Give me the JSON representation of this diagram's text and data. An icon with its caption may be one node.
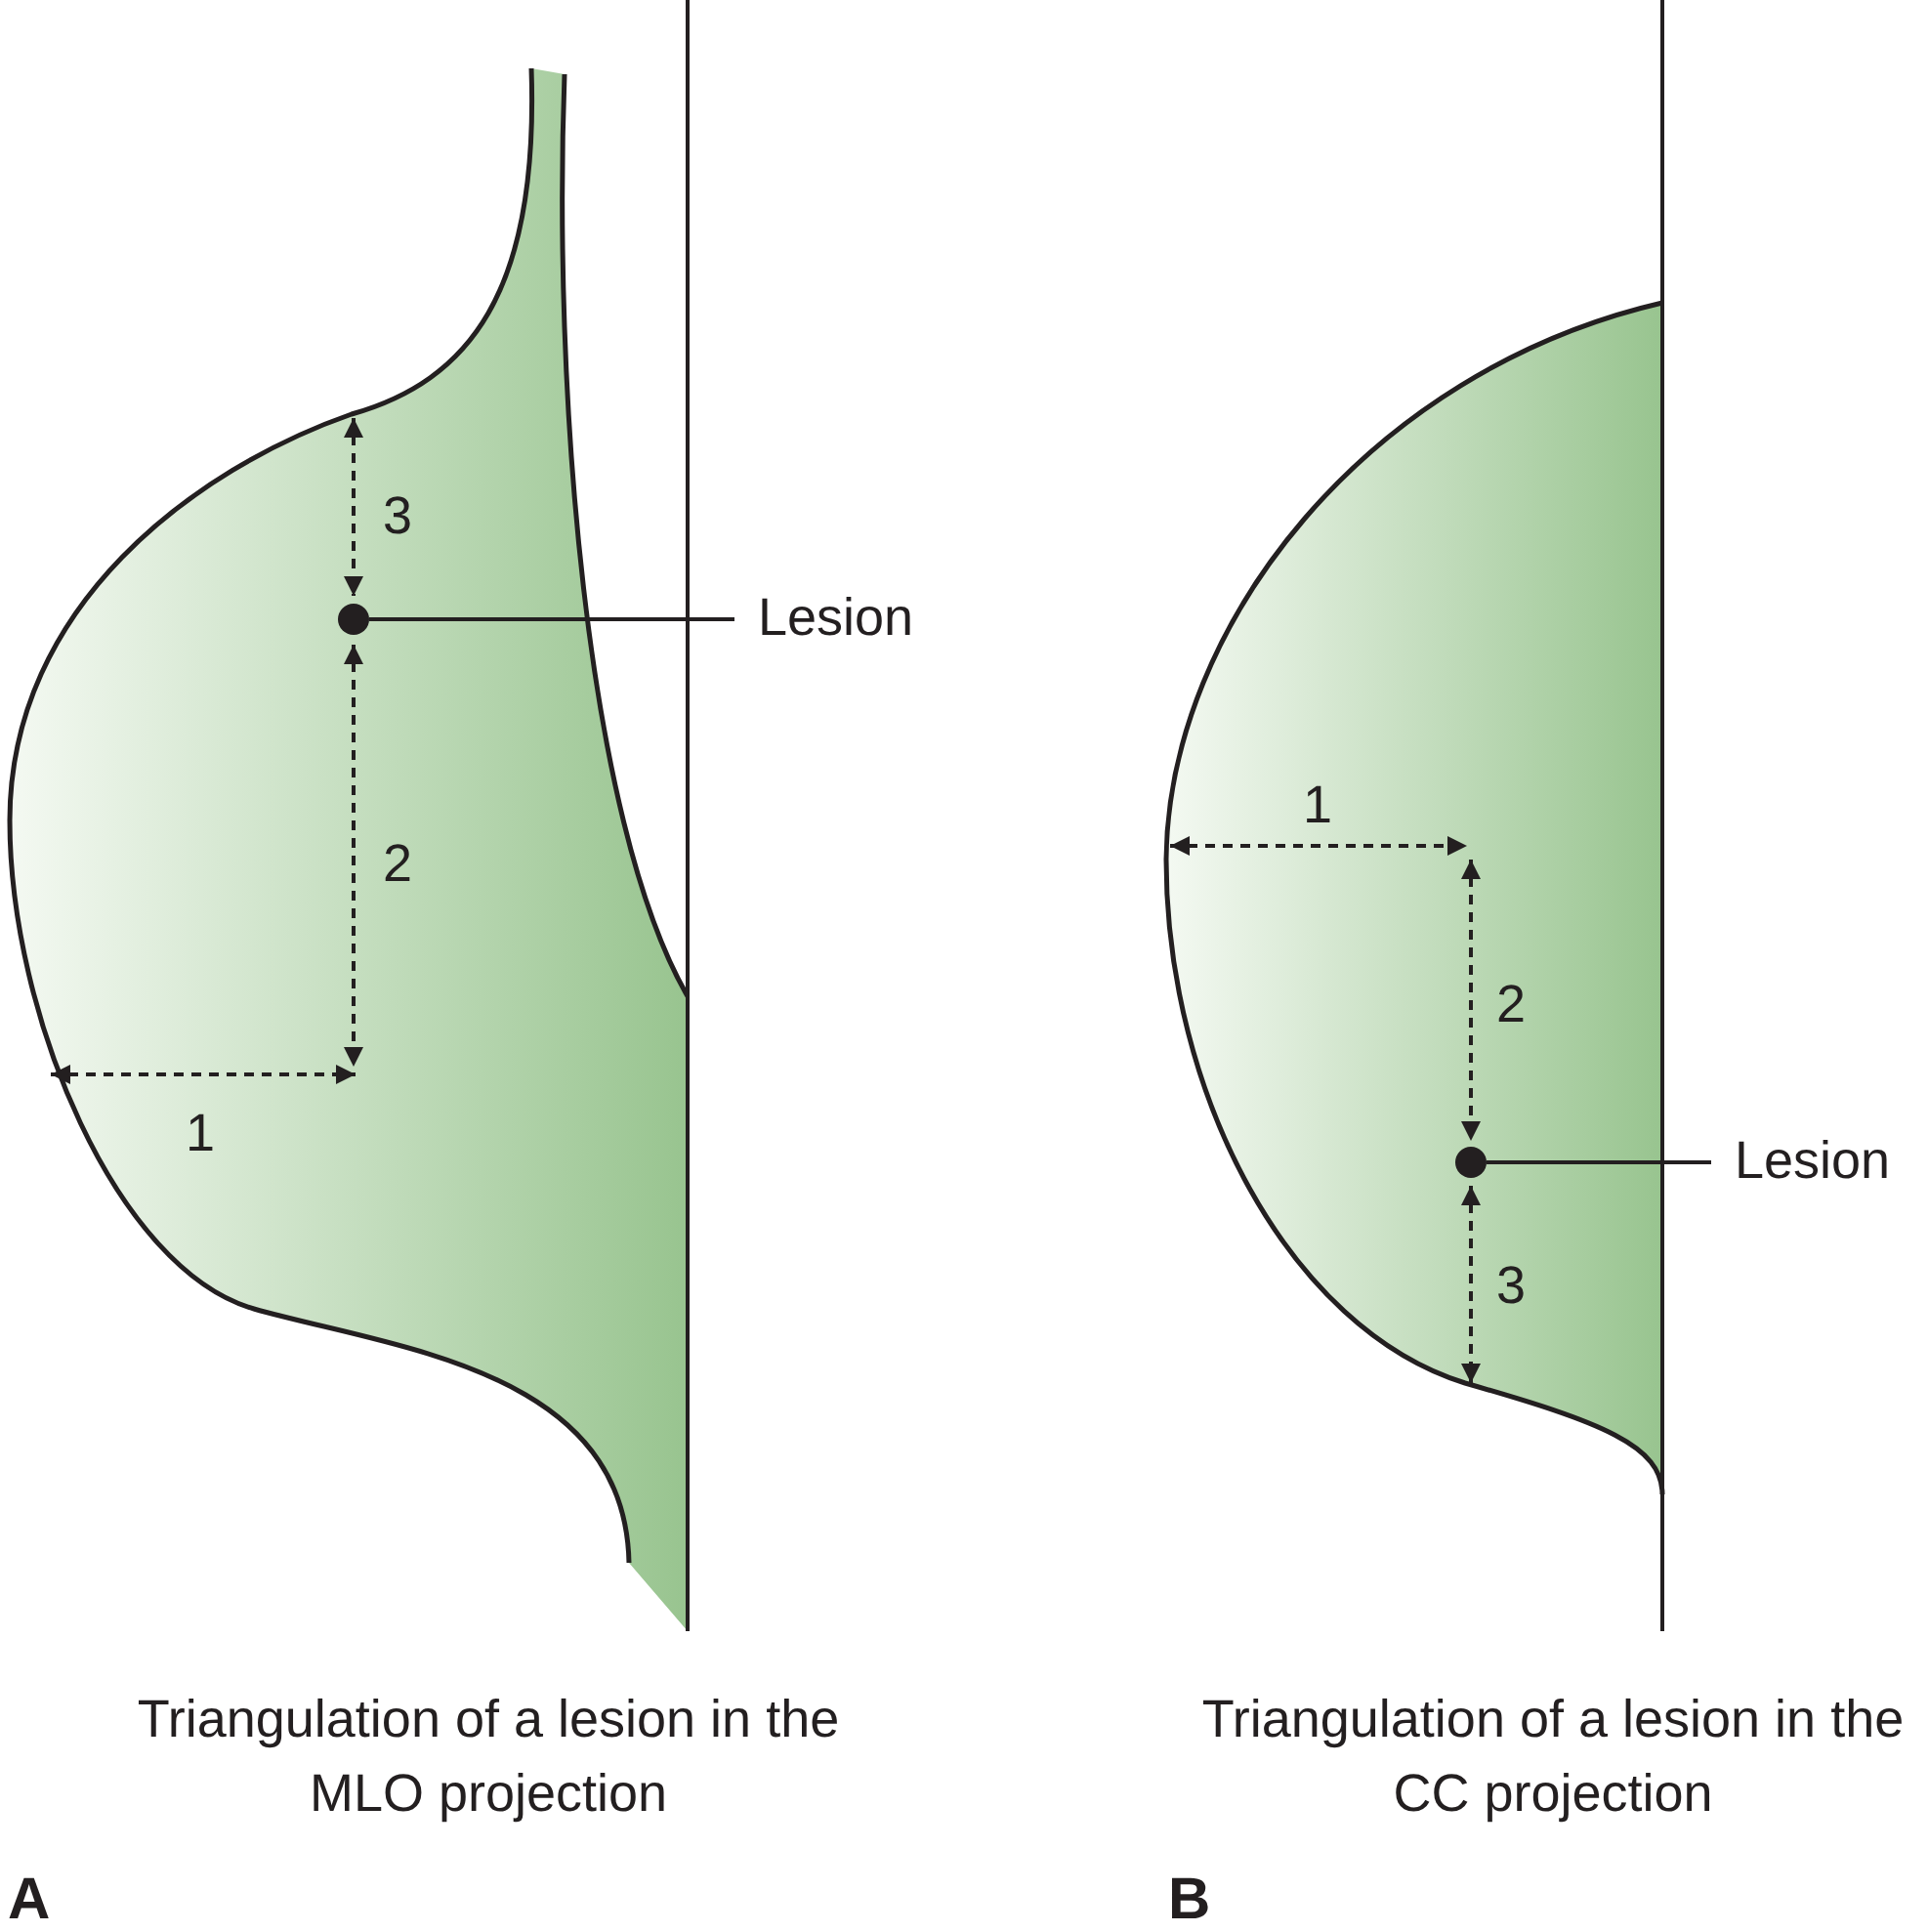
{
  "diagram": {
    "nodes": [
      {
        "text": [
          "Lesion"
        ]
      },
      {
        "text": [],
        "shape": "circle"
      },
      {
        "text": [
          "Lesion"
        ]
      },
      {
        "text": [],
        "shape": "circle"
      }
    ],
    "edges": [
      {
        "from": 0,
        "to": 1,
        "arrow": "none"
      },
      {
        "from": 2,
        "to": 3,
        "arrow": "none"
      }
    ],
    "labels": [
      "3",
      "2",
      "1",
      "1",
      "2",
      "3",
      "Triangulation of a lesion in the MLO projection",
      "Triangulation of a lesion in the CC projection",
      "A",
      "B"
    ]
  }
}
